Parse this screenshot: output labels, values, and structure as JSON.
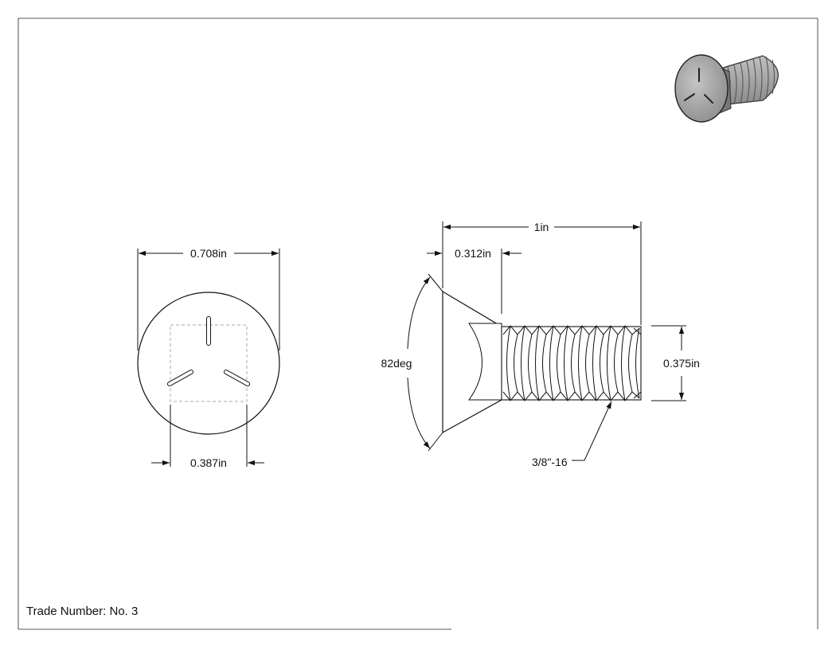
{
  "drawing": {
    "dimensions": {
      "head_diameter": "0.708in",
      "slot_pattern_width": "0.387in",
      "overall_length": "1in",
      "head_height": "0.312in",
      "head_angle": "82deg",
      "thread_diameter": "0.375in",
      "thread_callout": "3/8\"-16"
    },
    "title_block": {
      "trade_number": "Trade Number: No. 3"
    }
  },
  "colors": {
    "line": "#111111",
    "hidden_line": "#aaaaaa",
    "render_body": "#a9a9a9",
    "render_shadow": "#6e6e6e"
  }
}
